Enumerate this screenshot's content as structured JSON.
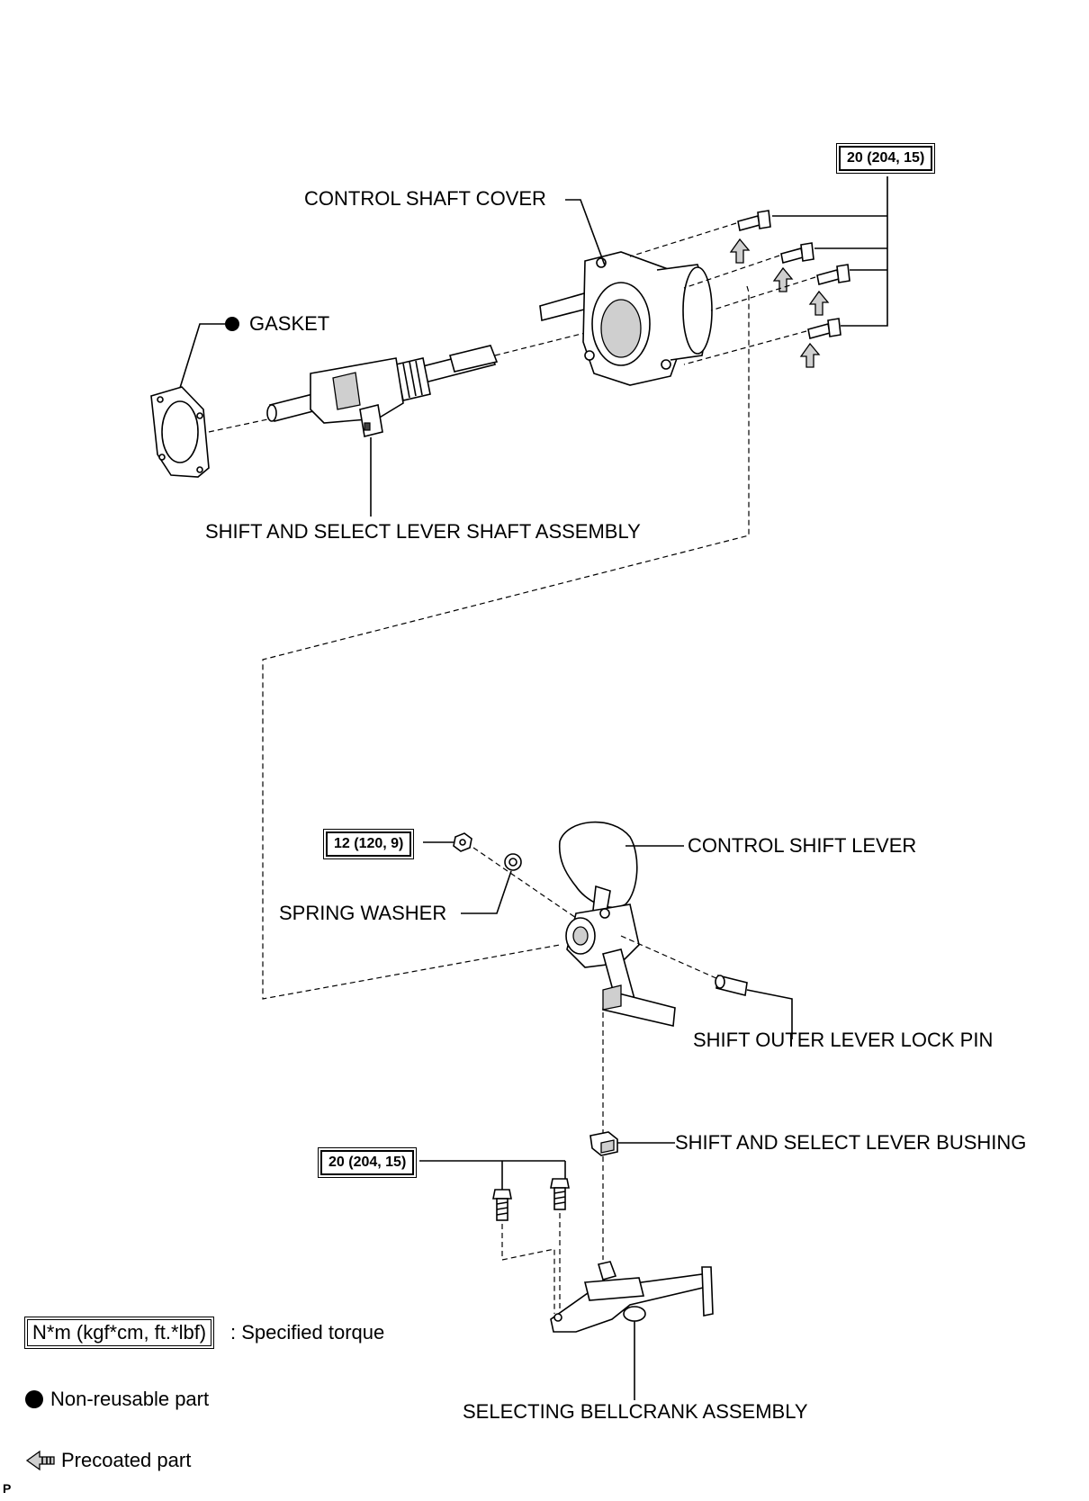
{
  "labels": {
    "control_shaft_cover": "CONTROL SHAFT COVER",
    "gasket": "GASKET",
    "shift_select_lever_shaft": "SHIFT AND SELECT LEVER SHAFT ASSEMBLY",
    "control_shift_lever": "CONTROL SHIFT LEVER",
    "spring_washer": "SPRING WASHER",
    "shift_outer_lever_lock_pin": "SHIFT OUTER LEVER LOCK PIN",
    "shift_select_lever_bushing": "SHIFT AND SELECT LEVER BUSHING",
    "selecting_bellcrank": "SELECTING BELLCRANK ASSEMBLY"
  },
  "torque": {
    "cover_bolts": "20 (204, 15)",
    "lever_nut": "12 (120, 9)",
    "bellcrank_bolts": "20 (204, 15)"
  },
  "legend": {
    "torque_box": "N*m (kgf*cm, ft.*lbf)",
    "torque_text": ": Specified torque",
    "nonreusable_text": "Non-reusable part",
    "precoated_text": "Precoated part"
  },
  "figure_code": "P"
}
